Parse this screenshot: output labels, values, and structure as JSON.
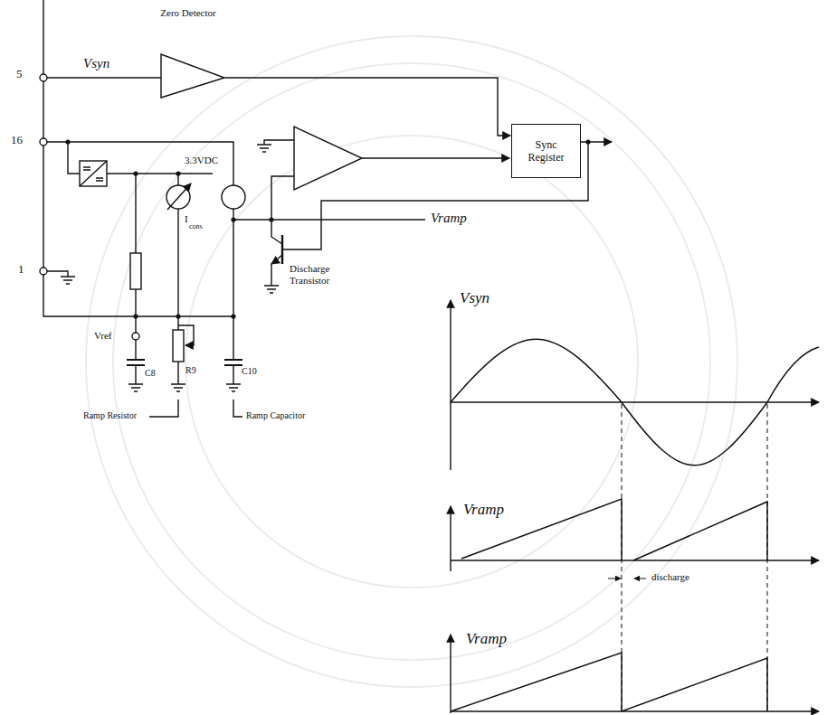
{
  "diagram": {
    "nodes": [
      {
        "text": [
          "Zero Detector"
        ]
      },
      {
        "text": [
          "Sync Register"
        ]
      }
    ],
    "edges": [
      {
        "from": 0,
        "to": 1,
        "arrow": "to"
      }
    ],
    "labels": [
      "Vsyn",
      "5",
      "16",
      "3.3VDC",
      "I",
      "cons",
      "Vramp",
      "1",
      "Discharge Transistor",
      "Vref",
      "C8",
      "R9",
      "C10",
      "Ramp Resistor",
      "Ramp Capacitor",
      "Vsyn",
      "Vramp",
      "discharge",
      "Vramp"
    ]
  }
}
